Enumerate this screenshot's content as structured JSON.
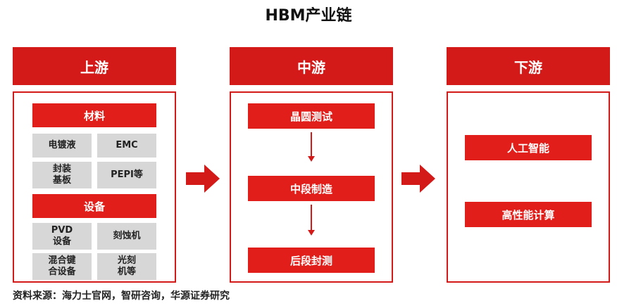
{
  "title": "HBM产业链",
  "stages": {
    "upstream": {
      "label": "上游",
      "materials": {
        "header": "材料",
        "items": [
          "电镀液",
          "EMC",
          "封装\n基板",
          "PEPI等"
        ]
      },
      "equipment": {
        "header": "设备",
        "items": [
          "PVD\n设备",
          "刻蚀机",
          "混合键\n合设备",
          "光刻\n机等"
        ]
      }
    },
    "midstream": {
      "label": "中游",
      "steps": [
        "晶圆测试",
        "中段制造",
        "后段封测"
      ]
    },
    "downstream": {
      "label": "下游",
      "apps": [
        "人工智能",
        "高性能计算"
      ]
    }
  },
  "source": "资料来源：海力士官网，智研咨询，华源证券研究",
  "colors": {
    "accent": "#d31a18",
    "box_red": "#e21e1a",
    "box_grey": "#d7d7d7"
  }
}
